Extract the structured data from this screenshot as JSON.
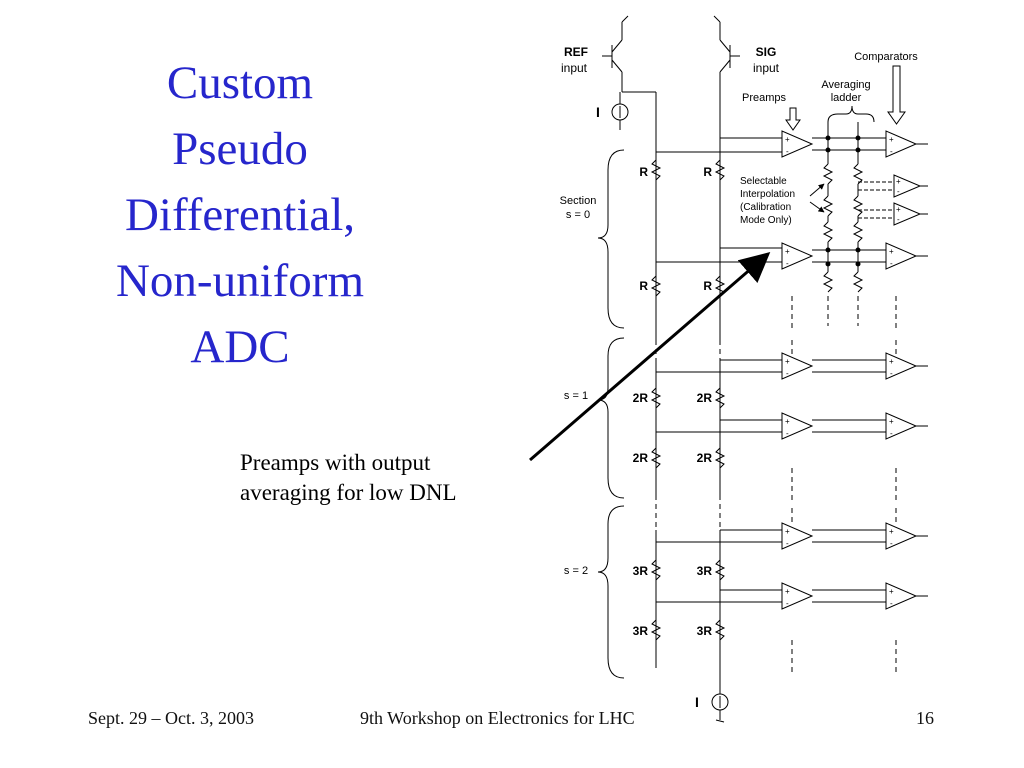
{
  "slide": {
    "title_lines": [
      "Custom",
      "Pseudo",
      "Differential,",
      "Non-uniform",
      "ADC"
    ],
    "note_lines": [
      "Preamps with output",
      "averaging for low DNL"
    ],
    "colors": {
      "title": "#2626cc",
      "text": "#000000",
      "background": "#ffffff"
    }
  },
  "schematic": {
    "ref_label": [
      "REF",
      "input"
    ],
    "sig_label": [
      "SIG",
      "input"
    ],
    "current_source_label": "I",
    "comparators_label": "Comparators",
    "averaging_label": [
      "Averaging",
      "ladder"
    ],
    "preamps_label": "Preamps",
    "interp_label": [
      "Selectable",
      "Interpolation",
      "(Calibration",
      "Mode Only)"
    ],
    "sections": [
      {
        "label": [
          "Section",
          "s = 0"
        ],
        "resistor": "R"
      },
      {
        "label": [
          "s = 1"
        ],
        "resistor": "2R"
      },
      {
        "label": [
          "s = 2"
        ],
        "resistor": "3R"
      }
    ],
    "opamp_plus": "+",
    "opamp_minus": "-"
  },
  "footer": {
    "date": "Sept. 29 – Oct. 3, 2003",
    "event": "9th Workshop on Electronics for LHC",
    "page": "16"
  }
}
